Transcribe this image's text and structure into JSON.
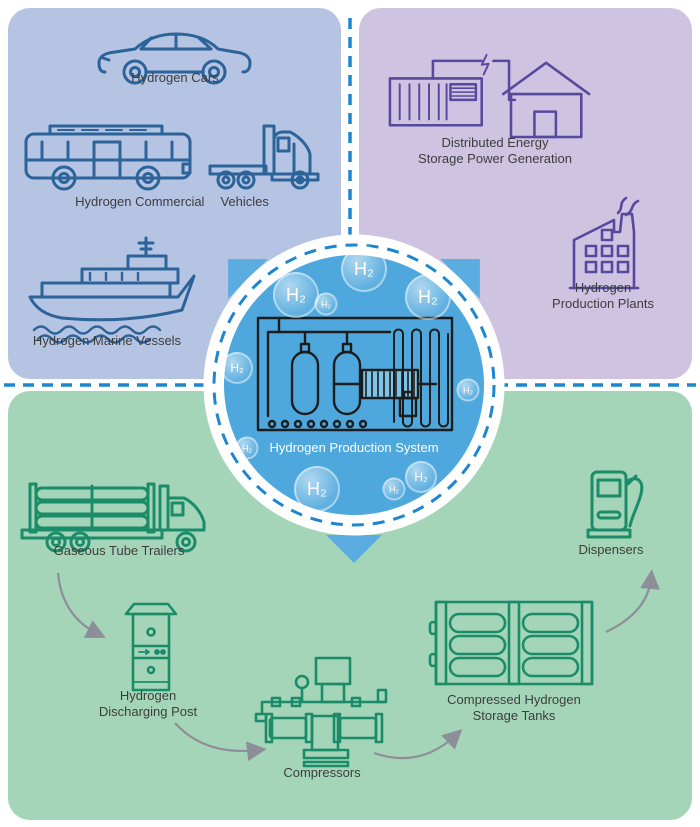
{
  "colors": {
    "quad_top_left_bg": "#b6c4e4",
    "quad_top_right_bg": "#cec3e1",
    "quad_bottom_bg": "#a5d5b9",
    "center_circle_fill": "#4fa8dd",
    "dashed_line_blue": "#1d86d0",
    "icon_stroke_blue": "#2c6398",
    "icon_stroke_purple": "#57499d",
    "icon_stroke_green": "#1b8c69",
    "machine_stroke": "#1c1c1c",
    "label_text": "#3d3d3d",
    "flow_arrow_gray": "#8e8e99"
  },
  "top_left": {
    "cars_label": "Hydrogen Cars",
    "commercial_label_1": "Hydrogen Commercial",
    "commercial_label_2": "Vehicles",
    "marine_label": "Hydrogen Marine Vessels"
  },
  "top_right": {
    "distributed_label_1": "Distributed Energy",
    "distributed_label_2": "Storage Power Generation",
    "plants_label_1": "Hydrogen",
    "plants_label_2": "Production Plants"
  },
  "center": {
    "label": "Hydrogen Production System",
    "bubble_label": "H₂"
  },
  "bottom": {
    "trailers_label": "Gaseous Tube Trailers",
    "discharge_label_1": "Hydrogen",
    "discharge_label_2": "Discharging Post",
    "compressors_label": "Compressors",
    "tanks_label_1": "Compressed Hydrogen",
    "tanks_label_2": "Storage Tanks",
    "dispensers_label": "Dispensers"
  }
}
